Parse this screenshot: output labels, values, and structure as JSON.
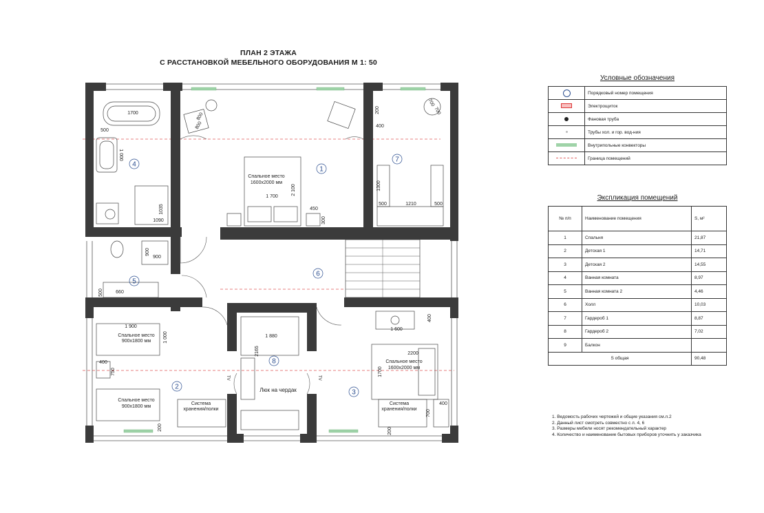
{
  "title": {
    "line1": "ПЛАН  2 ЭТАЖА",
    "line2": "С РАССТАНОВКОЙ МЕБЕЛЬНОГО ОБОРУДОВАНИЯ М 1: 50"
  },
  "legend": {
    "heading": "Условные обозначения",
    "items": [
      {
        "symbol": "circle-number",
        "label": "Порядковый номер помещения"
      },
      {
        "symbol": "electrical-panel",
        "label": "Электрощиток"
      },
      {
        "symbol": "riser-pipe",
        "label": "Фановая труба"
      },
      {
        "symbol": "water-pipes",
        "label": "Трубы хол. и гор. вод-ния"
      },
      {
        "symbol": "floor-convector",
        "label": "Внутрипольные конвекторы"
      },
      {
        "symbol": "room-boundary",
        "label": "Граница помещений"
      }
    ]
  },
  "explication": {
    "heading": "Экспликация помещений",
    "columns": [
      "№ п/п",
      "Наименование помещения",
      "S, м²"
    ],
    "rows": [
      {
        "n": "1",
        "name": "Спальня",
        "area": "21,87"
      },
      {
        "n": "2",
        "name": "Детская 1",
        "area": "14,71"
      },
      {
        "n": "3",
        "name": "Детская 2",
        "area": "14,55"
      },
      {
        "n": "4",
        "name": "Ванная комната",
        "area": "8,97"
      },
      {
        "n": "5",
        "name": "Ванная комната 2",
        "area": "4,46"
      },
      {
        "n": "6",
        "name": "Холл",
        "area": "10,03"
      },
      {
        "n": "7",
        "name": "Гардероб 1",
        "area": "8,87"
      },
      {
        "n": "8",
        "name": "Гардероб 2",
        "area": "7,02"
      },
      {
        "n": "9",
        "name": "Балкон",
        "area": ""
      }
    ],
    "total_label": "S общая",
    "total_value": "90,48"
  },
  "notes": [
    "1. Ведомость рабочих чертежей и общие указания см.л.2",
    "2. Данный лист смотреть совместно с л. 4, 6",
    "3. Размеры мебели носят рекомендательный характер",
    "4. Количество и наименование бытовых приборов уточнить у заказчика"
  ],
  "plan": {
    "room_numbers": [
      "1",
      "2",
      "3",
      "4",
      "5",
      "6",
      "7",
      "8"
    ],
    "labels": {
      "bed1": [
        "Спальное место",
        "1600x2000 мм"
      ],
      "bed2a": [
        "Спальное место",
        "900x1800 мм"
      ],
      "bed2b": [
        "Спальное место",
        "900x1800 мм"
      ],
      "bed3": [
        "Спальное место",
        "1600x2000 мм"
      ],
      "storage2": [
        "Система",
        "хранения/полки"
      ],
      "storage3": [
        "Система",
        "хранения/полки"
      ],
      "attic": "Люк на чердак",
      "tv1": "TV",
      "tv2": "TV"
    },
    "dimensions": [
      "1700",
      "500",
      "1 000",
      "1035",
      "1090",
      "800",
      "800",
      "1 700",
      "2 100",
      "450",
      "300",
      "200",
      "400",
      "1300",
      "500",
      "1210",
      "500",
      "700",
      "700",
      "900",
      "900",
      "500",
      "660",
      "1 900",
      "1 000",
      "400",
      "750",
      "200",
      "1 880",
      "2165",
      "1 600",
      "400",
      "2200",
      "1700",
      "400",
      "700",
      "200"
    ]
  },
  "colors": {
    "wall": "#3b3b3b",
    "convector": "#9fd3a8",
    "boundary": "#e05a5a",
    "room_number": "#2a4d8f"
  }
}
